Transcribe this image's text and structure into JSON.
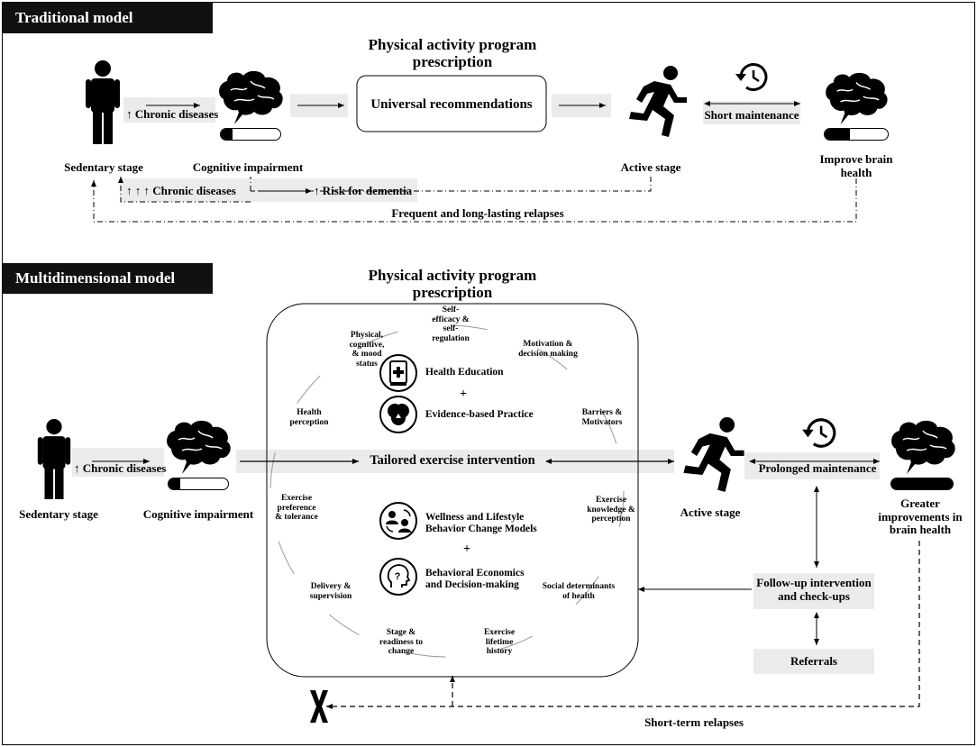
{
  "traditional": {
    "header": "Traditional model",
    "prescription_title_line1": "Physical activity program",
    "prescription_title_line2": "prescription",
    "box_label": "Universal recommendations",
    "chronic": "↑ Chronic diseases",
    "sedentary": "Sedentary stage",
    "cognitive": "Cognitive impairment",
    "active": "Active stage",
    "maintenance": "Short maintenance",
    "improve_line1": "Improve brain",
    "improve_line2": "health",
    "chronic3": "↑ ↑ ↑ Chronic diseases",
    "risk": "↑ Risk for dementia",
    "relapses": "Frequent and long-lasting relapses",
    "brain_bar_fill": 0.2,
    "improve_bar_fill": 0.4
  },
  "multidimensional": {
    "header": "Multidimensional model",
    "prescription_title_line1": "Physical activity program",
    "prescription_title_line2": "prescription",
    "chronic": "↑ Chronic diseases",
    "sedentary": "Sedentary stage",
    "cognitive": "Cognitive impairment",
    "tailored": "Tailored exercise intervention",
    "active": "Active stage",
    "maintenance": "Prolonged maintenance",
    "greater_line1": "Greater",
    "greater_line2": "improvements in",
    "greater_line3": "brain health",
    "followup_line1": "Follow-up intervention",
    "followup_line2": "and check-ups",
    "referrals": "Referrals",
    "relapses": "Short-term relapses",
    "plus": "+",
    "health_education": "Health Education",
    "evidence": "Evidence-based Practice",
    "wellness_line1": "Wellness and Lifestyle",
    "wellness_line2": "Behavior Change Models",
    "behavioral_line1": "Behavioral Economics",
    "behavioral_line2": "and Decision-making",
    "circle_labels": {
      "self_efficacy": [
        "Self-",
        "efficacy &",
        "self-",
        "regulation"
      ],
      "motivation": [
        "Motivation &",
        "decision making"
      ],
      "physical": [
        "Physical,",
        "cognitive,",
        "& mood",
        "status"
      ],
      "health_perception": [
        "Health",
        "perception"
      ],
      "barriers": [
        "Barriers &",
        "Motivators"
      ],
      "exercise_pref": [
        "Exercise",
        "preference",
        "& tolerance"
      ],
      "exercise_knowledge": [
        "Exercise",
        "knowledge &",
        "perception"
      ],
      "delivery": [
        "Delivery &",
        "supervision"
      ],
      "social": [
        "Social determinants",
        "of health"
      ],
      "stage": [
        "Stage &",
        "readiness to",
        "change"
      ],
      "lifetime": [
        "Exercise",
        "lifetime",
        "history"
      ]
    },
    "brain_bar_fill": 0.2,
    "greater_bar_fill": 1.0
  }
}
